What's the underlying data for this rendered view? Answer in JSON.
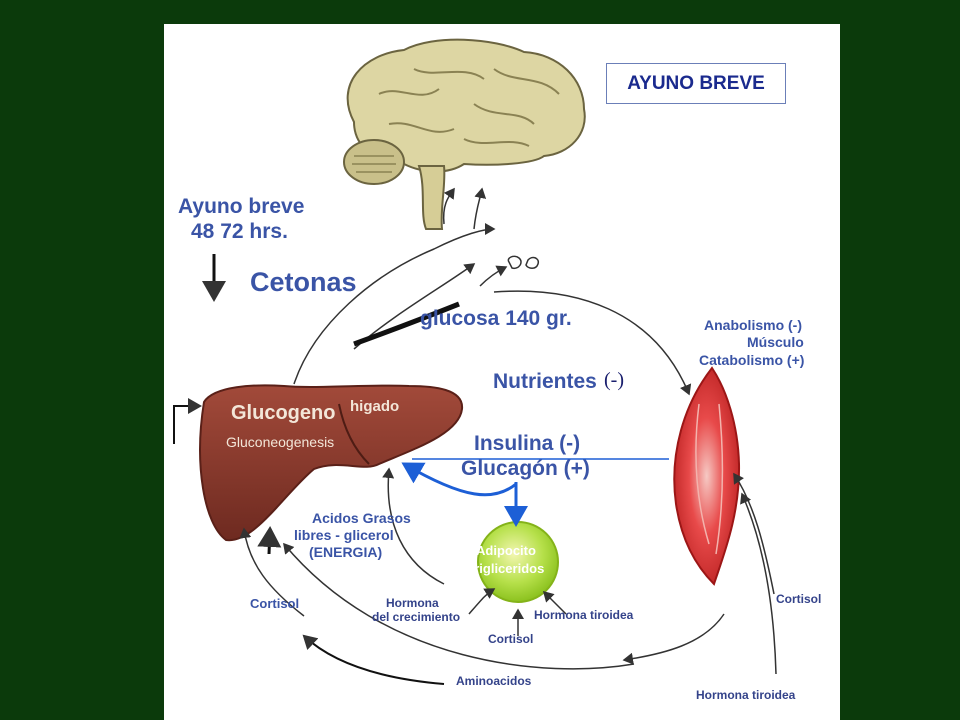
{
  "title": "AYUNO BREVE",
  "labels": {
    "ayuno_line1": "Ayuno breve",
    "ayuno_line2": "48 72 hrs.",
    "cetonas": "Cetonas",
    "glucosa": "glucosa 140 gr.",
    "nutrientes": "Nutrientes",
    "nutrientes_mark": "(-)",
    "insulina": "Insulina (-)",
    "glucagon": "Glucagón (+)",
    "anabolismo": "Anabolismo (-)",
    "musculo": "Músculo",
    "catabolismo": "Catabolismo (+)",
    "glucogeno": "Glucogeno",
    "higado": "higado",
    "gluconeogenesis": "Gluconeogenesis",
    "acidos_line1": "Acidos Grasos",
    "acidos_line2": "libres - glicerol",
    "acidos_line3": "(ENERGIA)",
    "adipocito": "Adipocito",
    "trigliceridos": "Trigliceridos",
    "hormona_crec_line1": "Hormona",
    "hormona_crec_line2": "del crecimiento",
    "hormona_tiroidea_1": "Hormona tiroidea",
    "cortisol_center": "Cortisol",
    "cortisol_left": "Cortisol",
    "cortisol_right": "Cortisol",
    "aminoacidos": "Aminoacidos",
    "hormona_tiroidea_2": "Hormona tiroidea"
  },
  "colors": {
    "background": "#0b3a0b",
    "text": "#3a54a6",
    "liver": "#8b3a2e",
    "muscle": "#d62b2b",
    "adipocyte": "#9bd832",
    "arrow_blue": "#1d5fd6"
  },
  "icons": [
    "brain-icon",
    "liver-icon",
    "muscle-icon",
    "adipocyte-icon",
    "cells-icon"
  ]
}
